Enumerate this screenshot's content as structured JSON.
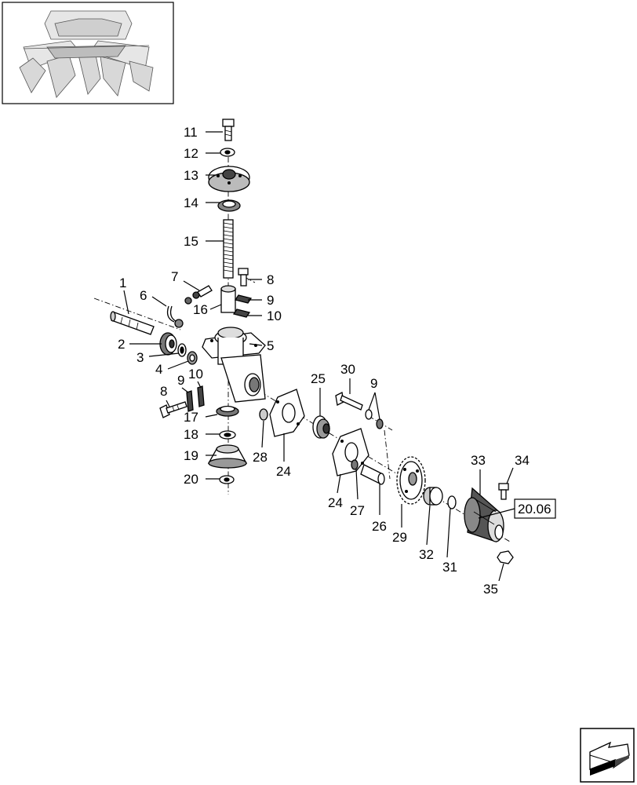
{
  "callouts": {
    "c1": "1",
    "c2": "2",
    "c3": "3",
    "c4": "4",
    "c5": "5",
    "c6": "6",
    "c7": "7",
    "c8a": "8",
    "c8b": "8",
    "c9a": "9",
    "c9b": "9",
    "c9c": "9",
    "c10a": "10",
    "c10b": "10",
    "c11": "11",
    "c12": "12",
    "c13": "13",
    "c14": "14",
    "c15": "15",
    "c16": "16",
    "c17": "17",
    "c18": "18",
    "c19": "19",
    "c20": "20",
    "c24a": "24",
    "c24b": "24",
    "c25": "25",
    "c26": "26",
    "c27": "27",
    "c28": "28",
    "c29": "29",
    "c30": "30",
    "c31": "31",
    "c32": "32",
    "c33": "33",
    "c34": "34",
    "c35": "35"
  },
  "reference_box": "20.06",
  "icons": {
    "thumbnail": "machine-header-thumbnail",
    "navigation": "next-page-arrow-icon"
  }
}
